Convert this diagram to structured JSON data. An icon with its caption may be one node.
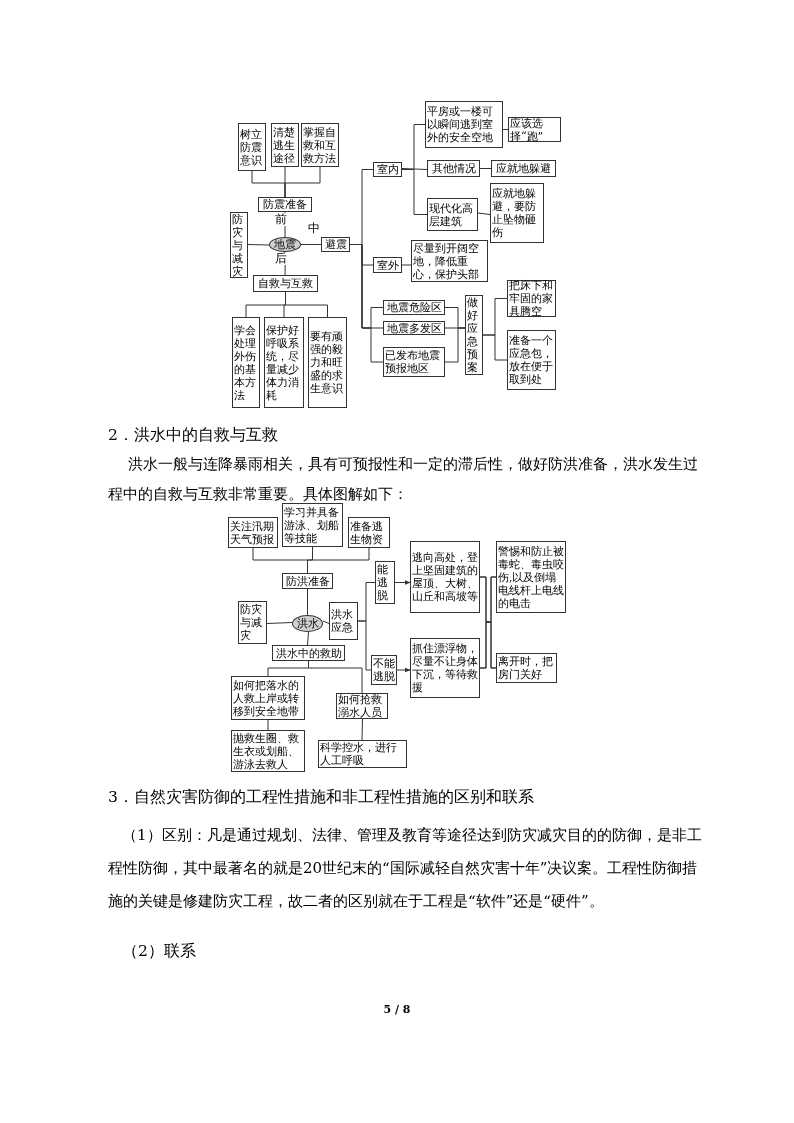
{
  "diagram": {
    "nodes": [
      {
        "text": [
          "树立防震意识"
        ]
      },
      {
        "text": [
          "清楚逃生途径"
        ]
      },
      {
        "text": [
          "掌握自救和互救方法"
        ]
      },
      {
        "text": [
          "防震准备"
        ]
      },
      {
        "text": [
          "防灾与减灾"
        ]
      },
      {
        "text": [
          "地震"
        ]
      },
      {
        "text": [
          "避震"
        ]
      },
      {
        "text": [
          "自救与互救"
        ]
      },
      {
        "text": [
          "学会处理外伤的基本方法"
        ]
      },
      {
        "text": [
          "保护好呼吸系统，尽量减少体力消耗"
        ]
      },
      {
        "text": [
          "要有顽强的毅力和旺盛的求生意识"
        ]
      },
      {
        "text": [
          "室内"
        ]
      },
      {
        "text": [
          "平房或一楼可以瞬间逃到室外的安全空地"
        ]
      },
      {
        "text": [
          "应该选择“跑”"
        ]
      },
      {
        "text": [
          "其他情况"
        ]
      },
      {
        "text": [
          "应就地躲避"
        ]
      },
      {
        "text": [
          "现代化高层建筑"
        ]
      },
      {
        "text": [
          "应就地躲避，要防止坠物砸伤"
        ]
      },
      {
        "text": [
          "室外"
        ]
      },
      {
        "text": [
          "尽量到开阔空地，降低重心，保护头部"
        ]
      },
      {
        "text": [
          "地震危险区"
        ]
      },
      {
        "text": [
          "地震多发区"
        ]
      },
      {
        "text": [
          "已发布地震预报地区"
        ]
      },
      {
        "text": [
          "做好应急预案"
        ]
      },
      {
        "text": [
          "把床下和牢固的家具腾空"
        ]
      },
      {
        "text": [
          "准备一个应急包，放在便于取到处"
        ]
      },
      {
        "text": [
          "关注汛期天气预报"
        ]
      },
      {
        "text": [
          "学习并具备游泳、划船等技能"
        ]
      },
      {
        "text": [
          "准备逃生物资"
        ]
      },
      {
        "text": [
          "防洪准备"
        ]
      },
      {
        "text": [
          "防灾与减灾"
        ]
      },
      {
        "text": [
          "洪水"
        ]
      },
      {
        "text": [
          "洪水应急"
        ]
      },
      {
        "text": [
          "洪水中的救助"
        ]
      },
      {
        "text": [
          "如何把落水的人救上岸或转移到安全地带"
        ]
      },
      {
        "text": [
          "如何抢救溺水人员"
        ]
      },
      {
        "text": [
          "抛救生圈、救生衣或划船、游泳去救人"
        ]
      },
      {
        "text": [
          "科学控水，进行人工呼吸"
        ]
      },
      {
        "text": [
          "能逃脱"
        ]
      },
      {
        "text": [
          "不能逃脱"
        ]
      },
      {
        "text": [
          "逃向高处，登上坚固建筑的屋顶、大树、山丘和高坡等"
        ]
      },
      {
        "text": [
          "抓住漂浮物，尽量不让身体下沉，等待救援"
        ]
      },
      {
        "text": [
          "警惕和防止被毒蛇、毒虫咬伤,以及倒塌电线杆上电线的电击"
        ]
      },
      {
        "text": [
          "离开时，把房门关好"
        ]
      }
    ],
    "edges": [
      {
        "from": 0,
        "to": 3,
        "arrow": "none"
      },
      {
        "from": 1,
        "to": 3,
        "arrow": "none"
      },
      {
        "from": 2,
        "to": 3,
        "arrow": "none"
      },
      {
        "from": 5,
        "to": 3,
        "arrow": "none",
        "label": "前"
      },
      {
        "from": 4,
        "to": 5,
        "arrow": "none"
      },
      {
        "from": 5,
        "to": 6,
        "arrow": "none",
        "label": "中"
      },
      {
        "from": 5,
        "to": 7,
        "arrow": "none",
        "label": "后"
      },
      {
        "from": 7,
        "to": 8,
        "arrow": "none"
      },
      {
        "from": 7,
        "to": 9,
        "arrow": "none"
      },
      {
        "from": 7,
        "to": 10,
        "arrow": "none"
      },
      {
        "from": 6,
        "to": 11,
        "arrow": "none"
      },
      {
        "from": 6,
        "to": 18,
        "arrow": "none"
      },
      {
        "from": 6,
        "to": 21,
        "arrow": "none"
      },
      {
        "from": 6,
        "to": 20,
        "arrow": "none"
      },
      {
        "from": 6,
        "to": 22,
        "arrow": "none"
      },
      {
        "from": 11,
        "to": 12,
        "arrow": "none"
      },
      {
        "from": 11,
        "to": 14,
        "arrow": "none"
      },
      {
        "from": 11,
        "to": 16,
        "arrow": "none"
      },
      {
        "from": 12,
        "to": 13,
        "arrow": "none"
      },
      {
        "from": 14,
        "to": 15,
        "arrow": "none"
      },
      {
        "from": 16,
        "to": 17,
        "arrow": "none"
      },
      {
        "from": 18,
        "to": 19,
        "arrow": "none"
      },
      {
        "from": 20,
        "to": 23,
        "arrow": "none"
      },
      {
        "from": 21,
        "to": 23,
        "arrow": "none"
      },
      {
        "from": 22,
        "to": 23,
        "arrow": "none"
      },
      {
        "from": 23,
        "to": 24,
        "arrow": "none"
      },
      {
        "from": 23,
        "to": 25,
        "arrow": "none"
      },
      {
        "from": 26,
        "to": 29,
        "arrow": "none"
      },
      {
        "from": 27,
        "to": 29,
        "arrow": "none"
      },
      {
        "from": 28,
        "to": 29,
        "arrow": "none"
      },
      {
        "from": 31,
        "to": 29,
        "arrow": "none"
      },
      {
        "from": 30,
        "to": 31,
        "arrow": "none"
      },
      {
        "from": 31,
        "to": 32,
        "arrow": "none"
      },
      {
        "from": 31,
        "to": 33,
        "arrow": "none"
      },
      {
        "from": 33,
        "to": 34,
        "arrow": "none"
      },
      {
        "from": 33,
        "to": 35,
        "arrow": "none"
      },
      {
        "from": 34,
        "to": 36,
        "arrow": "none"
      },
      {
        "from": 35,
        "to": 37,
        "arrow": "none"
      },
      {
        "from": 32,
        "to": 38,
        "arrow": "none"
      },
      {
        "from": 32,
        "to": 39,
        "arrow": "none"
      },
      {
        "from": 38,
        "to": 40,
        "arrow": "to"
      },
      {
        "from": 39,
        "to": 41,
        "arrow": "to"
      },
      {
        "from": 40,
        "to": 42,
        "arrow": "none"
      },
      {
        "from": 40,
        "to": 43,
        "arrow": "none"
      },
      {
        "from": 41,
        "to": 42,
        "arrow": "none"
      },
      {
        "from": 41,
        "to": 43,
        "arrow": "none"
      }
    ],
    "labels": [
      "2．洪水中的自救与互救",
      "洪水一般与连降暴雨相关，具有可预报性和一定的滞后性，做好防洪准备，洪水发生过程中的自救与互救非常重要。具体图解如下：",
      "3．自然灾害防御的工程性措施和非工程性措施的区别和联系",
      "（1）区别：凡是通过规划、法律、管理及教育等途径达到防灾减灾目的的防御，是非工程性防御，其中最著名的就是20世纪末的“国际减轻自然灾害十年”决议案。工程性防御措施的关键是修建防灾工程，故二者的区别就在于工程是“软件”还是“硬件”。",
      "（2）联系",
      "5 / 8"
    ]
  }
}
